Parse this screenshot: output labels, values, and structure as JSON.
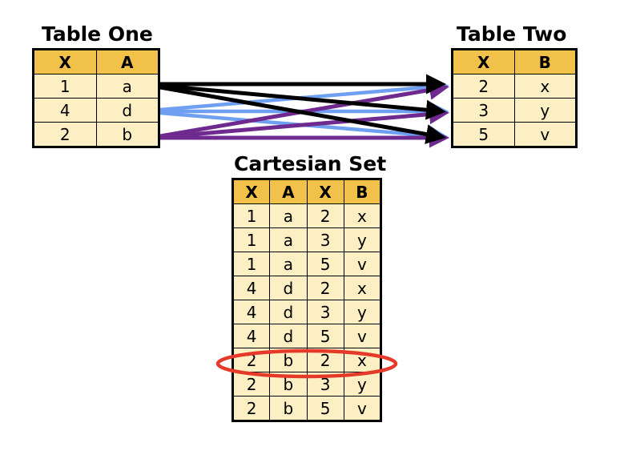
{
  "table_one": {
    "title": "Table One",
    "headers": [
      "X",
      "A"
    ],
    "rows": [
      [
        "1",
        "a"
      ],
      [
        "4",
        "d"
      ],
      [
        "2",
        "b"
      ]
    ]
  },
  "table_two": {
    "title": "Table Two",
    "headers": [
      "X",
      "B"
    ],
    "rows": [
      [
        "2",
        "x"
      ],
      [
        "3",
        "y"
      ],
      [
        "5",
        "v"
      ]
    ]
  },
  "cartesian": {
    "title": "Cartesian Set",
    "headers": [
      "X",
      "A",
      "X",
      "B"
    ],
    "rows": [
      [
        "1",
        "a",
        "2",
        "x"
      ],
      [
        "1",
        "a",
        "3",
        "y"
      ],
      [
        "1",
        "a",
        "5",
        "v"
      ],
      [
        "4",
        "d",
        "2",
        "x"
      ],
      [
        "4",
        "d",
        "3",
        "y"
      ],
      [
        "4",
        "d",
        "5",
        "v"
      ],
      [
        "2",
        "b",
        "2",
        "x"
      ],
      [
        "2",
        "b",
        "3",
        "y"
      ],
      [
        "2",
        "b",
        "5",
        "v"
      ]
    ],
    "highlighted_row": 6
  },
  "colors": {
    "header_fill": "#f2c14a",
    "cell_fill": "#fcefc4",
    "arrow_row1": "#000000",
    "arrow_row2": "#6f9ff0",
    "arrow_row3": "#6e2a8e",
    "highlight_ring": "#e53a2a"
  }
}
